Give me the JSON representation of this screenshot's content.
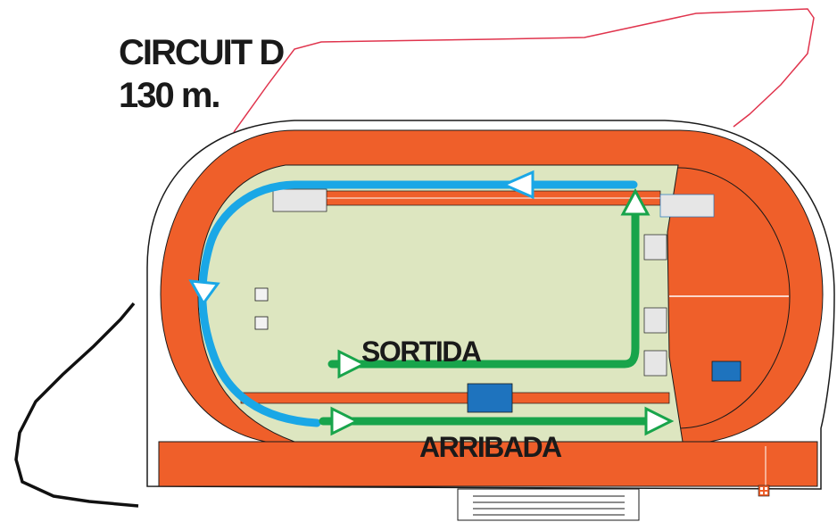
{
  "title": {
    "line1": "CIRCUIT D",
    "line2": "130 m."
  },
  "labels": {
    "start": "SORTIDA",
    "finish": "ARRIBADA"
  },
  "colors": {
    "track": "#ef5f2a",
    "infield": "#dde6c0",
    "route_out": "#1aa7e6",
    "route_back": "#18a44b",
    "building": "#1e73be",
    "outline": "#1a1a1a",
    "boundary_line": "#e0344d",
    "facility_box": "#e6e6e6"
  }
}
